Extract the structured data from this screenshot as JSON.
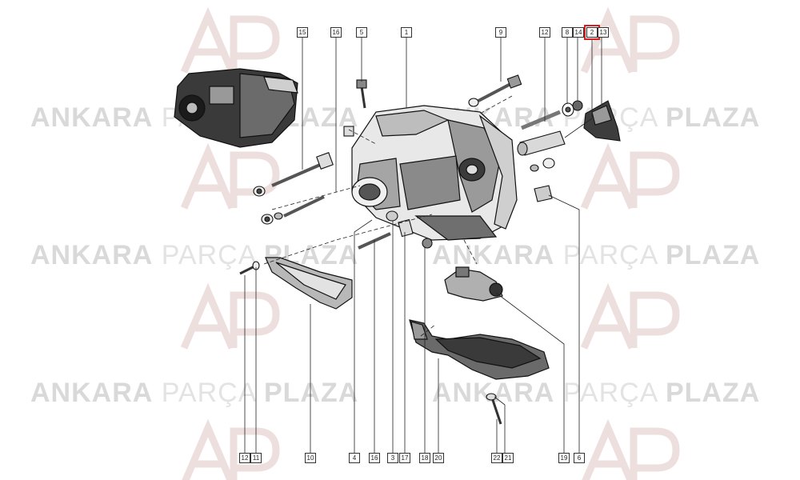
{
  "watermark": {
    "brand_bold_1": "ANKARA",
    "brand_thin": "PARÇA",
    "brand_bold_2": "PLAZA",
    "logo_letters": "AP"
  },
  "callouts_top": [
    "15",
    "16",
    "5",
    "1",
    "9",
    "12",
    "8",
    "14",
    "2",
    "13"
  ],
  "callouts_bottom": [
    "12",
    "11",
    "10",
    "4",
    "16",
    "3",
    "17",
    "18",
    "20",
    "22",
    "21",
    "19",
    "6"
  ],
  "highlighted_callout": "2",
  "colors": {
    "highlight": "#d42020",
    "line": "#222222",
    "watermark": "#dcdcdc"
  }
}
